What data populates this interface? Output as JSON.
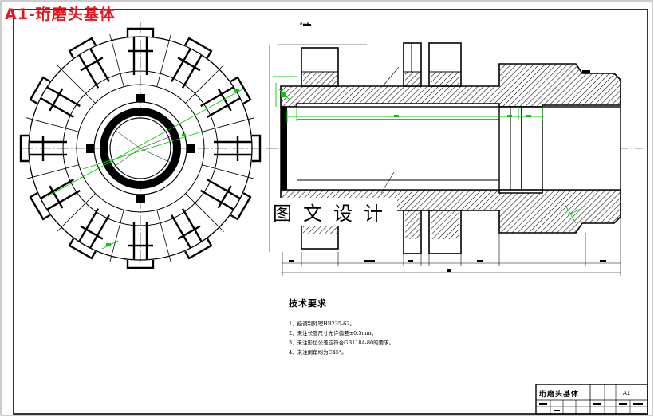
{
  "drawing": {
    "title": "A1-珩磨头基体",
    "watermark": "图文设计",
    "section_label": "A－A",
    "tech_requirements": {
      "title": "技术要求",
      "items": [
        "1、经调制处理HB235-62。",
        "2、未注长度尺寸允许偏差±0.5mm。",
        "3、未注形位公差应符合GB1184-80的要求。",
        "4、未注倒角均为C45°。"
      ]
    },
    "title_block": {
      "part_name": "珩磨头基体",
      "sheet_size": "A1"
    }
  },
  "colors": {
    "banner_text": "#e8141e",
    "dimension_lines": "#00cc00",
    "outline": "#000000",
    "background": "#ffffff"
  }
}
